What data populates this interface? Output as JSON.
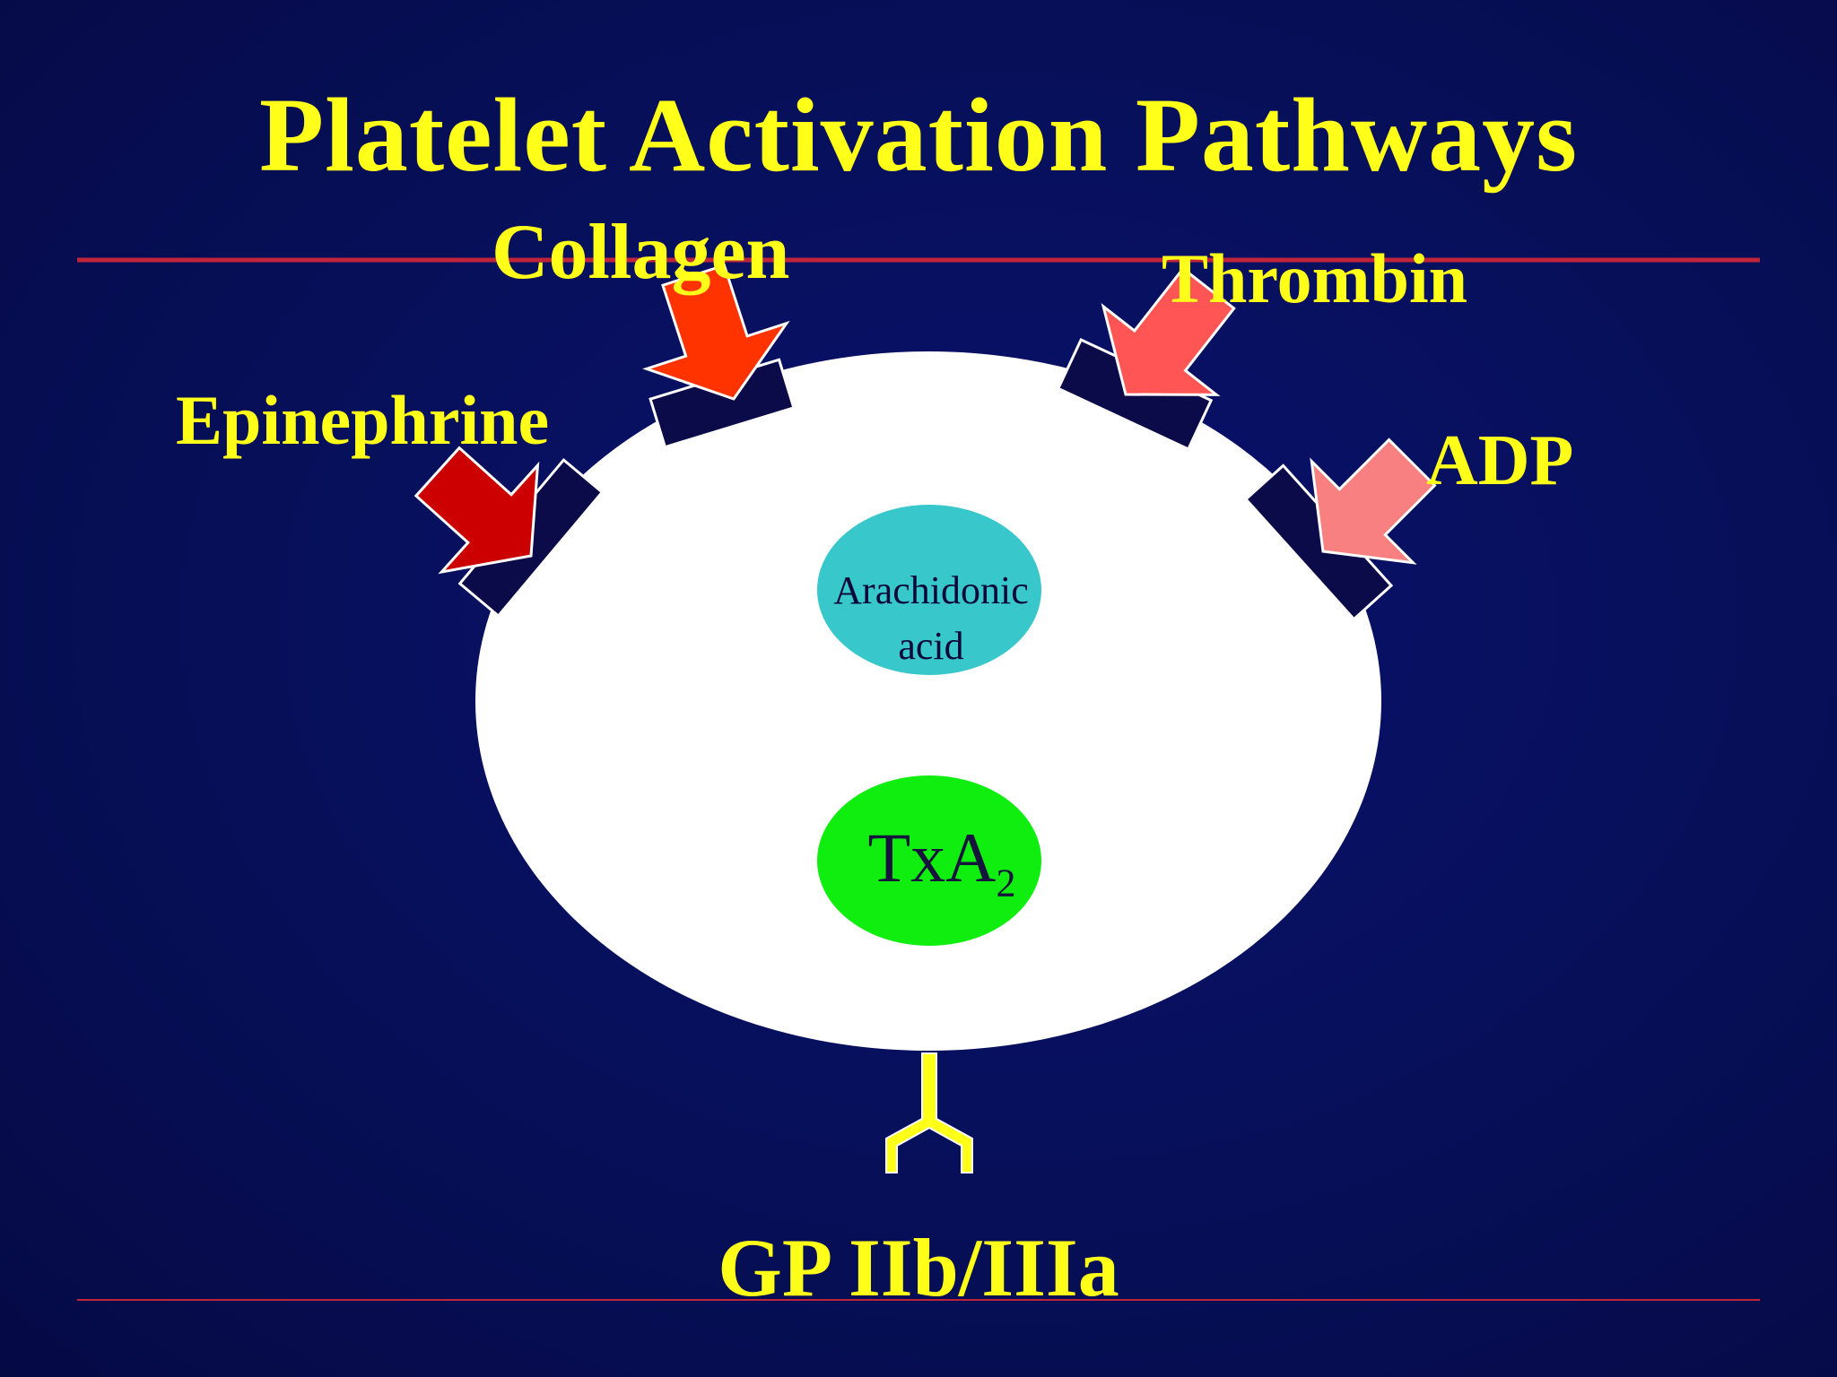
{
  "title": "Platelet Activation Pathways",
  "agonists": {
    "collagen": "Collagen",
    "thrombin": "Thrombin",
    "epinephrine": "Epinephrine",
    "adp": "ADP"
  },
  "inner": {
    "arachidonic_line1": "Arachidonic",
    "arachidonic_line2": "acid",
    "txa_main": "TxA",
    "txa_sub": "2"
  },
  "receptor_label": "GP IIb/IIIa",
  "colors": {
    "background": "#07105c",
    "label": "#ffff1a",
    "divider": "#c0243a",
    "platelet": "#ffffff",
    "receptor": "#0b0b4a",
    "arachidonic_acid": "#38c8cc",
    "txa2": "#10ee10",
    "collagen_arrow": "#ff3300",
    "thrombin_arrow": "#ff5555",
    "epinephrine_arrow": "#cc0000",
    "adp_arrow": "#f98080",
    "gp_receptor": "#ffff1a"
  },
  "icons": [
    "platelet-cell",
    "receptor-block",
    "agonist-arrow",
    "y-shaped-receptor"
  ]
}
